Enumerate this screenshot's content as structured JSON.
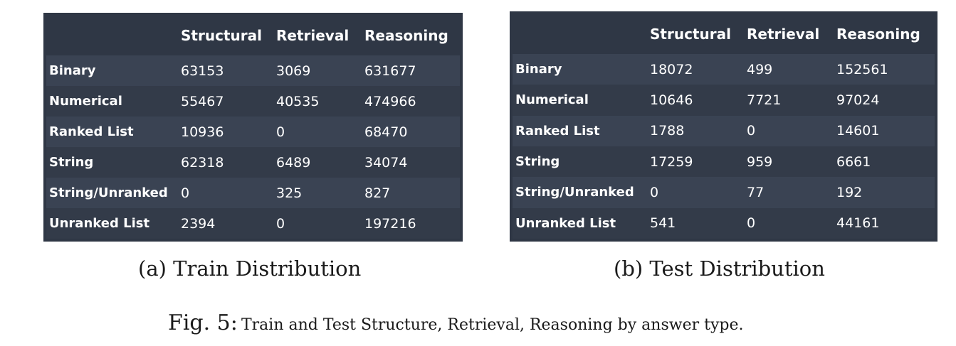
{
  "tables": [
    {
      "caption": "(a) Train Distribution",
      "columns": [
        "",
        "Structural",
        "Retrieval",
        "Reasoning"
      ],
      "rows": [
        {
          "label": "Binary",
          "values": [
            "63153",
            "3069",
            "631677"
          ]
        },
        {
          "label": "Numerical",
          "values": [
            "55467",
            "40535",
            "474966"
          ]
        },
        {
          "label": "Ranked List",
          "values": [
            "10936",
            "0",
            "68470"
          ]
        },
        {
          "label": "String",
          "values": [
            "62318",
            "6489",
            "34074"
          ]
        },
        {
          "label": "String/Unranked",
          "values": [
            "0",
            "325",
            "827"
          ]
        },
        {
          "label": "Unranked List",
          "values": [
            "2394",
            "0",
            "197216"
          ]
        }
      ]
    },
    {
      "caption": "(b) Test Distribution",
      "columns": [
        "",
        "Structural",
        "Retrieval",
        "Reasoning"
      ],
      "rows": [
        {
          "label": "Binary",
          "values": [
            "18072",
            "499",
            "152561"
          ]
        },
        {
          "label": "Numerical",
          "values": [
            "10646",
            "7721",
            "97024"
          ]
        },
        {
          "label": "Ranked List",
          "values": [
            "1788",
            "0",
            "14601"
          ]
        },
        {
          "label": "String",
          "values": [
            "17259",
            "959",
            "6661"
          ]
        },
        {
          "label": "String/Unranked",
          "values": [
            "0",
            "77",
            "192"
          ]
        },
        {
          "label": "Unranked List",
          "values": [
            "541",
            "0",
            "44161"
          ]
        }
      ]
    }
  ],
  "figure_caption": {
    "label": "Fig. 5:",
    "text": "Train and Test Structure, Retrieval, Reasoning by answer type."
  }
}
